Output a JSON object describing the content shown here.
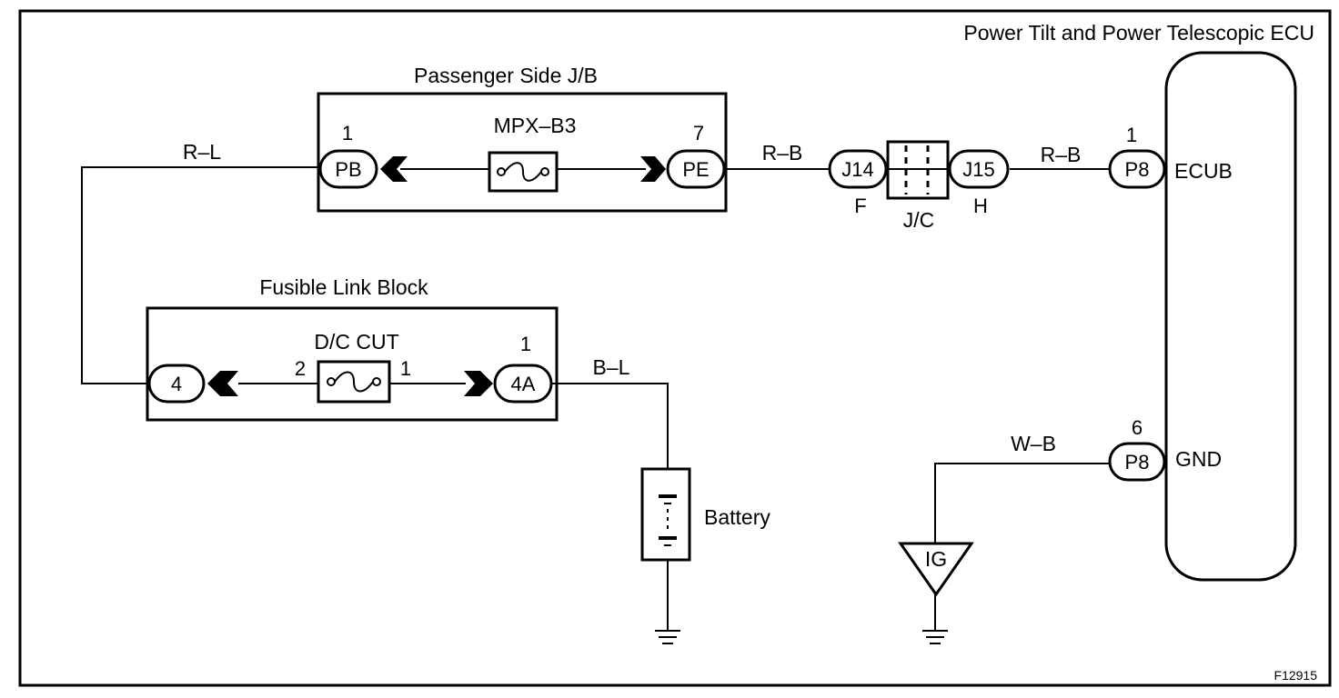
{
  "ecu": {
    "title": "Power Tilt and Power Telescopic ECU",
    "terminal_top": "ECUB",
    "terminal_bottom": "GND"
  },
  "jb": {
    "title": "Passenger Side J/B",
    "fuse": "MPX–B3",
    "conn_left": "PB",
    "conn_left_pin": "1",
    "conn_right": "PE",
    "conn_right_pin": "7"
  },
  "flb": {
    "title": "Fusible Link Block",
    "fuse": "D/C CUT",
    "fuse_pin_left": "2",
    "fuse_pin_right": "1",
    "conn_left": "4",
    "conn_right": "4A",
    "conn_right_pin": "1"
  },
  "jc": {
    "label": "J/C",
    "left": "J14",
    "left_sub": "F",
    "right": "J15",
    "right_sub": "H"
  },
  "wires": {
    "rl": "R–L",
    "rb1": "R–B",
    "rb2": "R–B",
    "bl": "B–L",
    "wb": "W–B"
  },
  "p8_top": {
    "name": "P8",
    "pin": "1"
  },
  "p8_bottom": {
    "name": "P8",
    "pin": "6"
  },
  "battery": {
    "label": "Battery"
  },
  "ig": {
    "label": "IG"
  },
  "figure_code": "F12915"
}
